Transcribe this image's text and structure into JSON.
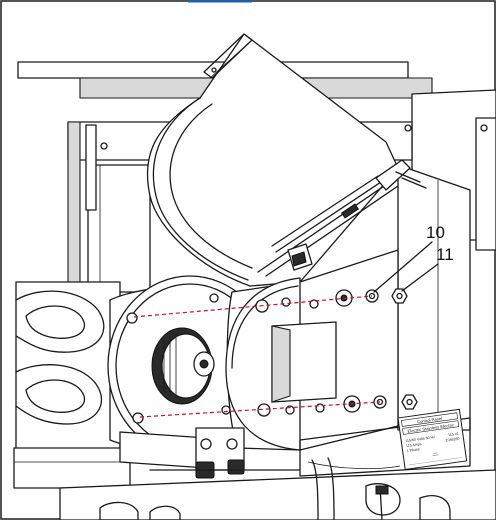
{
  "callouts": [
    {
      "number": "10"
    },
    {
      "number": "11"
    }
  ],
  "nameplate": {
    "header": "Control Panel",
    "model": "Electric Stainless Electric",
    "spec_left_1": "115/60 Volts 60 Hz",
    "spec_right_1": "115 #1",
    "spec_left_2": "115 Amps",
    "spec_right_2": "1048280",
    "spec_left_3": "1 Phase"
  },
  "colors": {
    "line": "#1a1a1a",
    "alignment_guide": "#c8102e",
    "top_edge": "#1f5fa8"
  }
}
